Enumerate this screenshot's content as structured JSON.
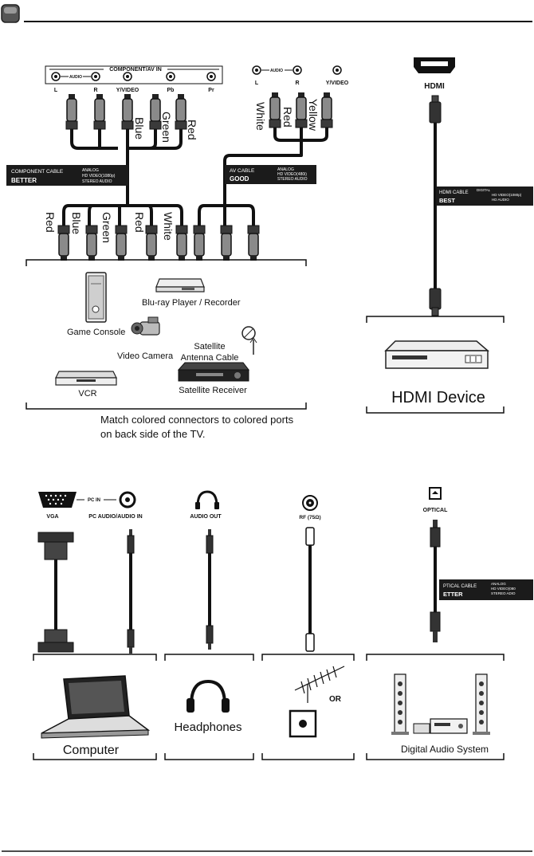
{
  "top": {
    "component_header": "COMPONENT/AV IN",
    "audio_word": "AUDIO",
    "component_ports": [
      "L",
      "R",
      "Y/VIDEO",
      "Pb",
      "Pr"
    ],
    "av_ports": [
      "L",
      "R",
      "Y/VIDEO"
    ],
    "hdmi_label": "HDMI",
    "wire_labels_top_left": [
      "Blue",
      "Green",
      "Red"
    ],
    "wire_labels_top_av": [
      "White",
      "Red",
      "Yellow"
    ],
    "wire_labels_bottom": [
      "Red",
      "Blue",
      "Green",
      "Red",
      "White"
    ],
    "component_cable": {
      "title": "COMPONENT CABLE",
      "rating": "BETTER",
      "lines": [
        "ANALOG",
        "HD VIDEO(1080p)",
        "STEREO AUDIO"
      ]
    },
    "av_cable": {
      "title": "AV CABLE",
      "rating": "GOOD",
      "lines": [
        "ANALOG",
        "HD VIDEO(480i)",
        "STEREO AUDIO"
      ]
    },
    "hdmi_cable": {
      "title": "HDMI CABLE",
      "rating": "BEST",
      "lines": [
        "DIGITAL",
        "HD VIDEO(1080p)",
        "HD AUDIO"
      ]
    },
    "devices": {
      "bluray": "Blu-ray Player / Recorder",
      "game_console": "Game Console",
      "video_camera": "Video Camera",
      "satellite_cable": [
        "Satellite",
        "Antenna Cable"
      ],
      "vcr": "VCR",
      "satellite_receiver": "Satellite Receiver"
    },
    "hdmi_device": "HDMI Device",
    "note": [
      "Match colored connectors to colored ports",
      "on back side of the TV."
    ]
  },
  "bottom": {
    "vga": "VGA",
    "pc_in": "PC IN",
    "pc_audio": "PC AUDIO/AUDIO IN",
    "audio_out": "AUDIO OUT",
    "rf": "RF (75Ω)",
    "optical": "OPTICAL",
    "optical_cable": {
      "title": "PTICAL CABLE",
      "rating": "ETTER",
      "lines": [
        "ANALOG",
        "HD VIDEO(080",
        "STEREO ADIO"
      ]
    },
    "computer": "Computer",
    "headphones": "Headphones",
    "or": "OR",
    "digital_audio": "Digital Audio System"
  }
}
